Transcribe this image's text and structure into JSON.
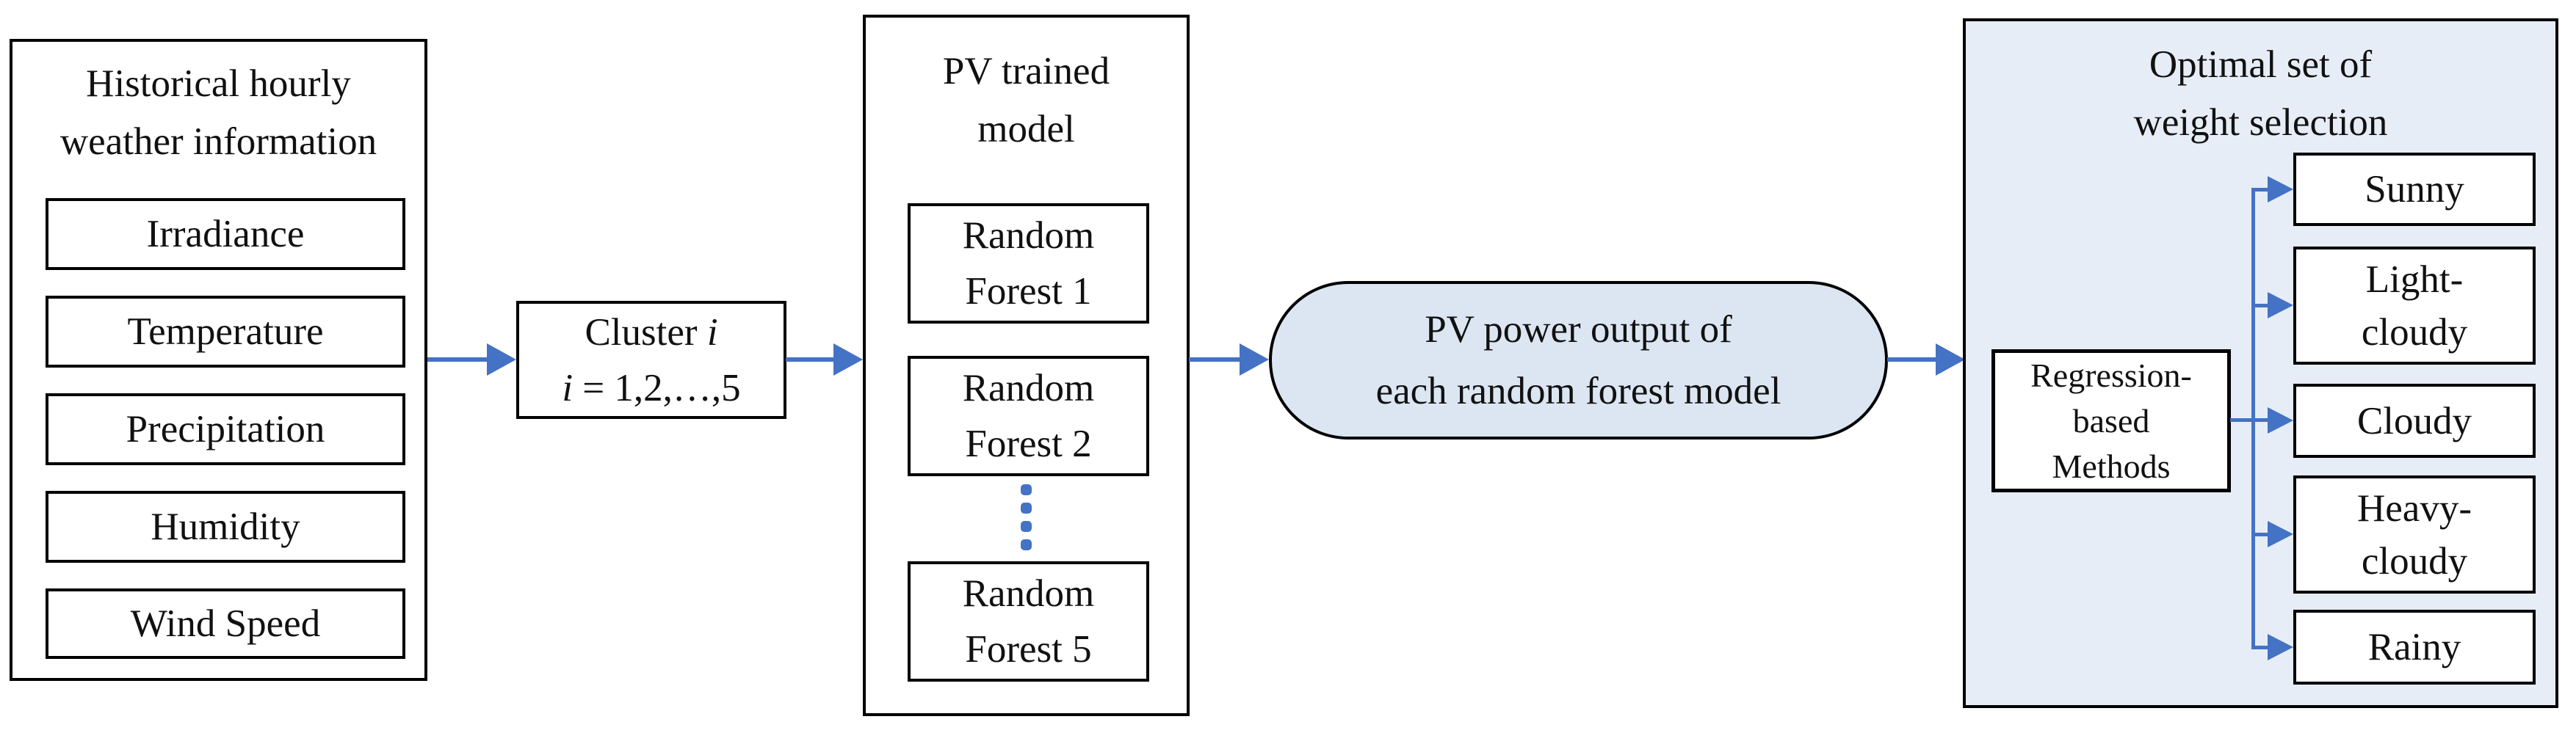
{
  "colors": {
    "accent": "#4472C4",
    "panel_fill": "#e7edf7",
    "stadium_fill": "#dce6f2",
    "border": "#000000"
  },
  "weather_panel": {
    "title": "Historical hourly\nweather information",
    "items": [
      "Irradiance",
      "Temperature",
      "Precipitation",
      "Humidity",
      "Wind Speed"
    ]
  },
  "cluster_box": {
    "prefix": "Cluster ",
    "variable": "i",
    "eq_variable": "i",
    "eq_rest": " = 1,2,…,5"
  },
  "pv_model_panel": {
    "title": "PV trained\nmodel",
    "items": [
      "Random\nForest 1",
      "Random\nForest 2",
      "Random\nForest 5"
    ]
  },
  "stadium": {
    "text": "PV power output of\neach random forest model"
  },
  "optimal_panel": {
    "title": "Optimal set of\nweight selection",
    "method_box": "Regression-\nbased\nMethods",
    "categories": [
      "Sunny",
      "Light-\ncloudy",
      "Cloudy",
      "Heavy-\ncloudy",
      "Rainy"
    ]
  }
}
